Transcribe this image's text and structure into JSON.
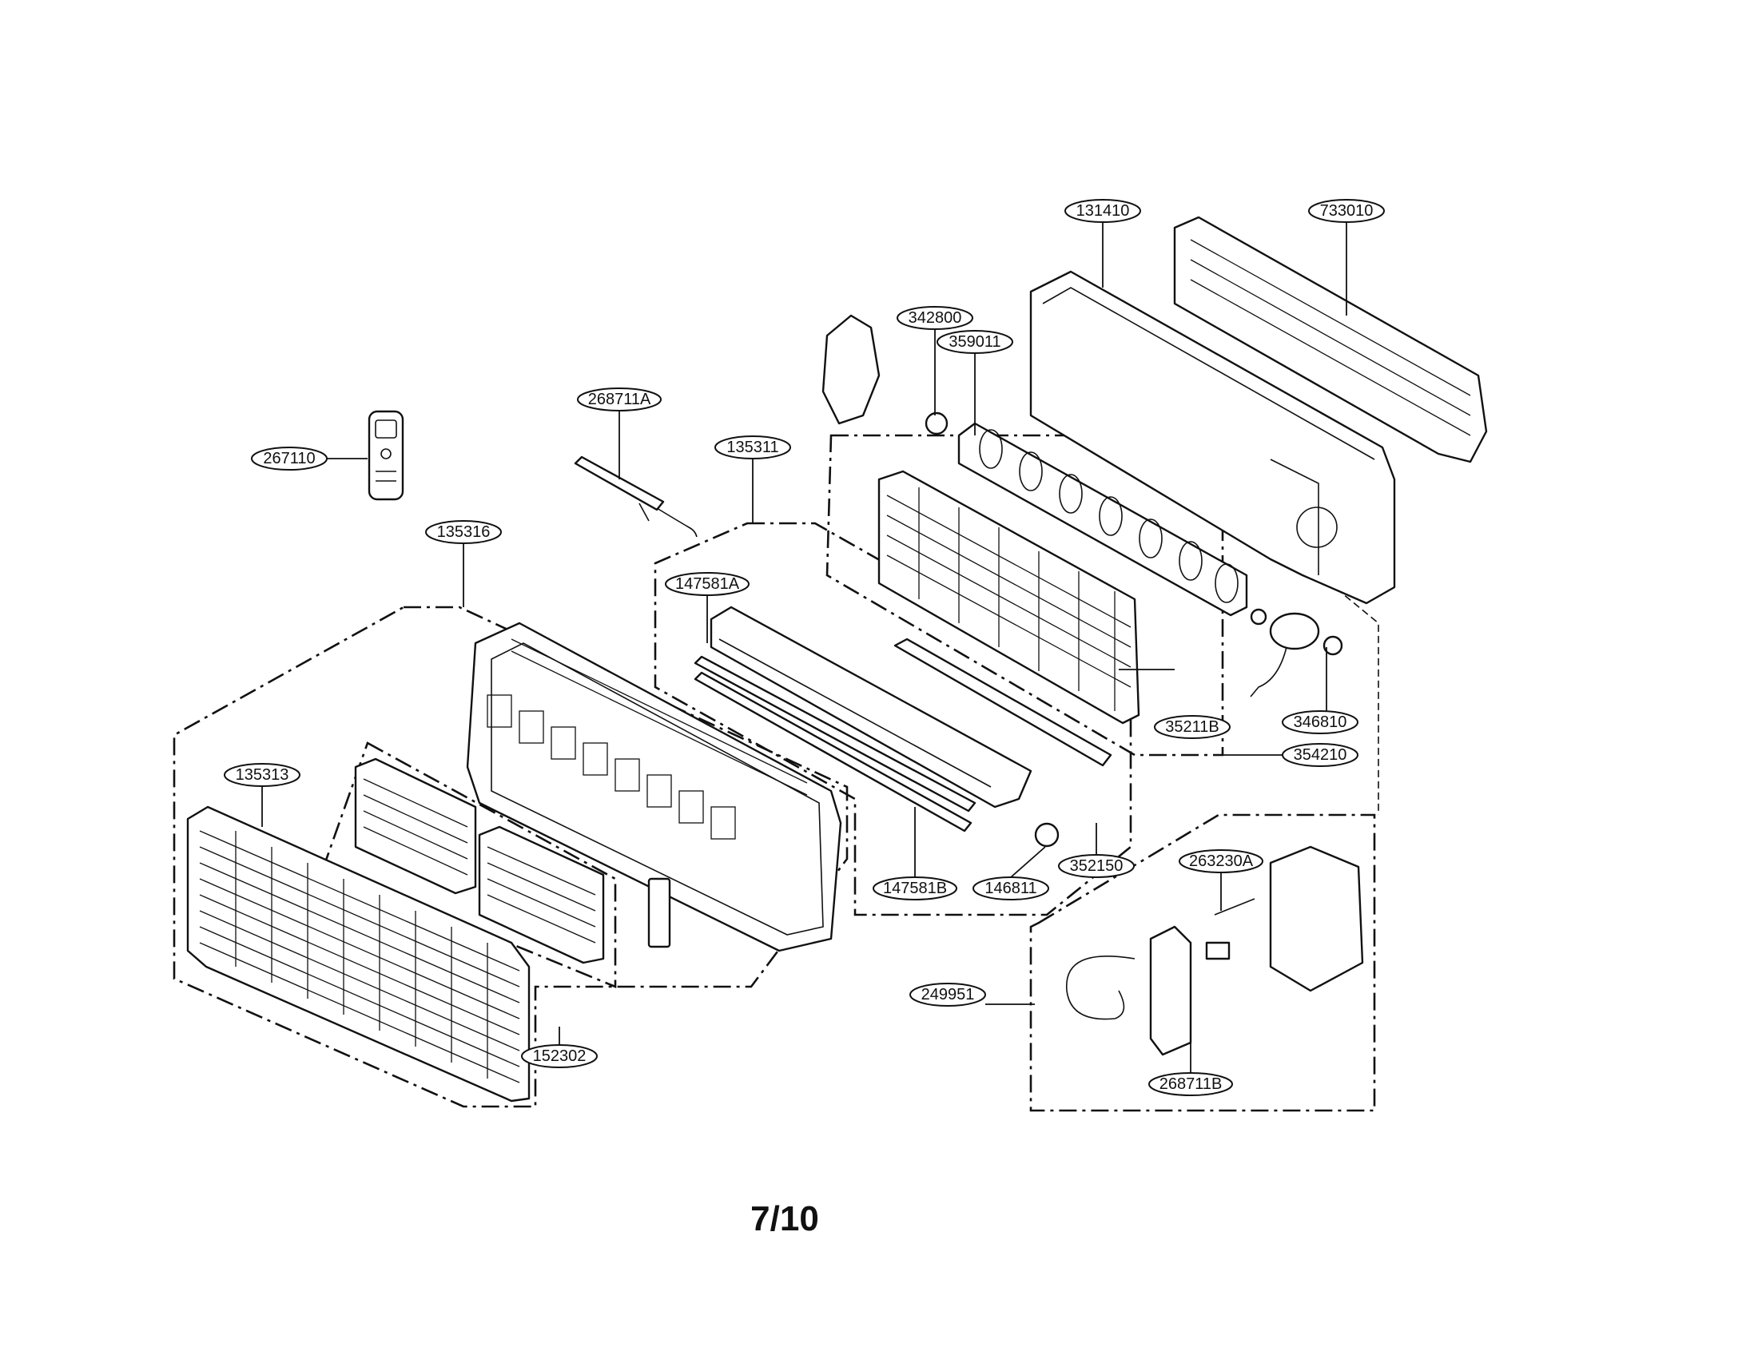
{
  "diagram": {
    "page_number": "7/10",
    "callouts": {
      "c131410": "131410",
      "c733010": "733010",
      "c342800": "342800",
      "c359011": "359011",
      "c268711A": "268711A",
      "c135311": "135311",
      "c267110": "267110",
      "c135316": "135316",
      "c147581A": "147581A",
      "c35211B": "35211B",
      "c346810": "346810",
      "c354210": "354210",
      "c135313": "135313",
      "c147581B": "147581B",
      "c146811": "146811",
      "c352150": "352150",
      "c263230A": "263230A",
      "c249951": "249951",
      "c152302": "152302",
      "c268711B": "268711B"
    }
  }
}
